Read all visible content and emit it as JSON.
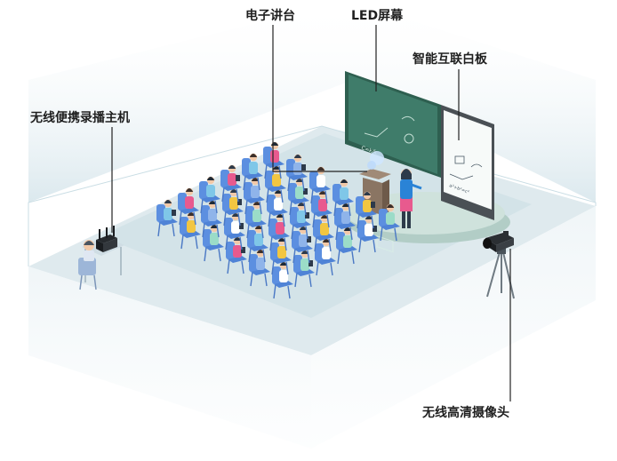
{
  "labels": {
    "podium": "电子讲台",
    "led_screen": "LED屏幕",
    "whiteboard": "智能互联白板",
    "recorder": "无线便携录播主机",
    "camera": "无线高清摄像头"
  },
  "board_text": {
    "left": "C=k/k",
    "right": "a²+b²=c²"
  },
  "colors": {
    "floor": "#dce8ec",
    "wall": "#e9f2f5",
    "stage": "#c9ddd8",
    "led_screen": "#3f7c6a",
    "whiteboard": "#f7faf9",
    "chair": "#5c8fe0",
    "accent_yellow": "#f2c641",
    "accent_pink": "#e85a8e"
  },
  "icons": [
    "recorder-icon",
    "camera-icon",
    "podium-icon",
    "teacher-figure",
    "student-figure"
  ]
}
